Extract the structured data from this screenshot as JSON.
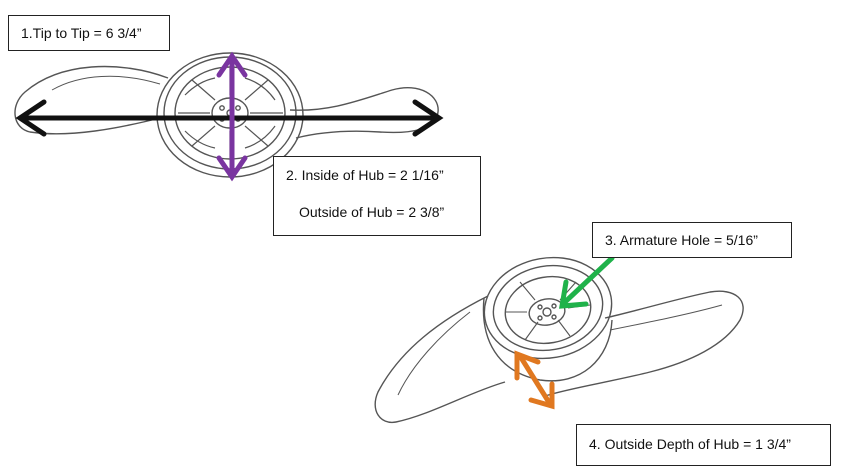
{
  "labels": {
    "tip_to_tip": "1.Tip to Tip = 6 3/4”",
    "inside_hub": "2. Inside of  Hub = 2 1/16”",
    "outside_hub": "Outside of Hub = 2 3/8”",
    "armature_hole": "3. Armature Hole = 5/16”",
    "outside_depth": "4. Outside Depth of Hub = 1 3/4”"
  },
  "colors": {
    "tip_to_tip_arrow": "#111111",
    "hub_arrow": "#7a35a0",
    "armature_arrow": "#1fb24a",
    "depth_arrow": "#e07820",
    "line_art": "#555555"
  },
  "icons": {
    "propeller_top": "propeller-top-view",
    "propeller_angle": "propeller-angled-view"
  }
}
